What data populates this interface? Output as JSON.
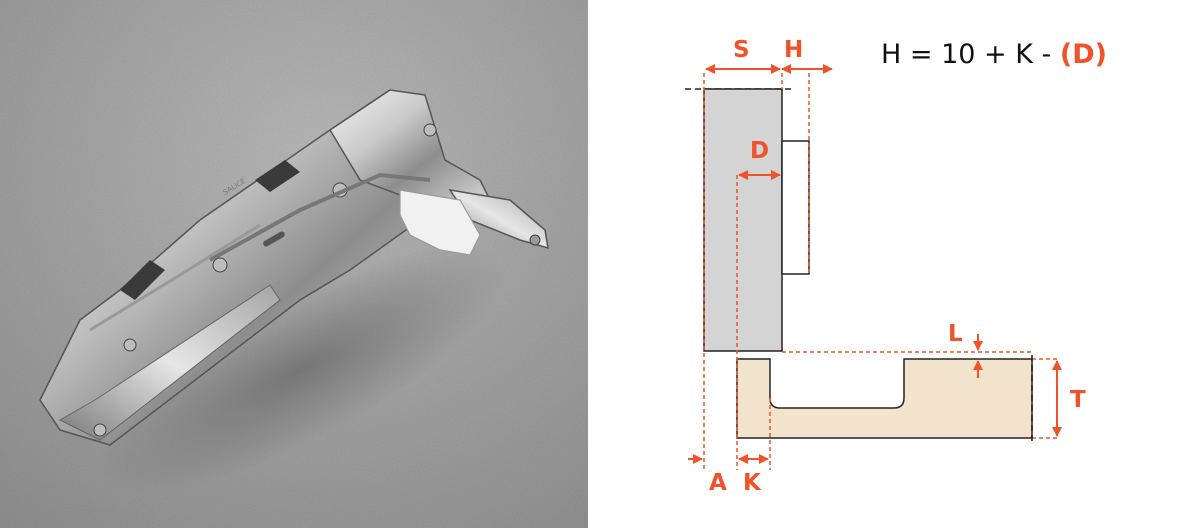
{
  "photo": {
    "alt": "Concealed cabinet hinge on grey textured background",
    "brand_engraving": "SALICE"
  },
  "diagram": {
    "formula": {
      "prefix": "H = 10 + K - ",
      "highlight": "(D)"
    },
    "labels": {
      "S": "S",
      "H": "H",
      "D": "D",
      "L": "L",
      "T": "T",
      "A": "A",
      "K": "K"
    },
    "colors": {
      "accent": "#f0522a",
      "side_panel": "#d4d4d4",
      "door_panel": "#f2e4cc",
      "outline": "#222222"
    }
  }
}
